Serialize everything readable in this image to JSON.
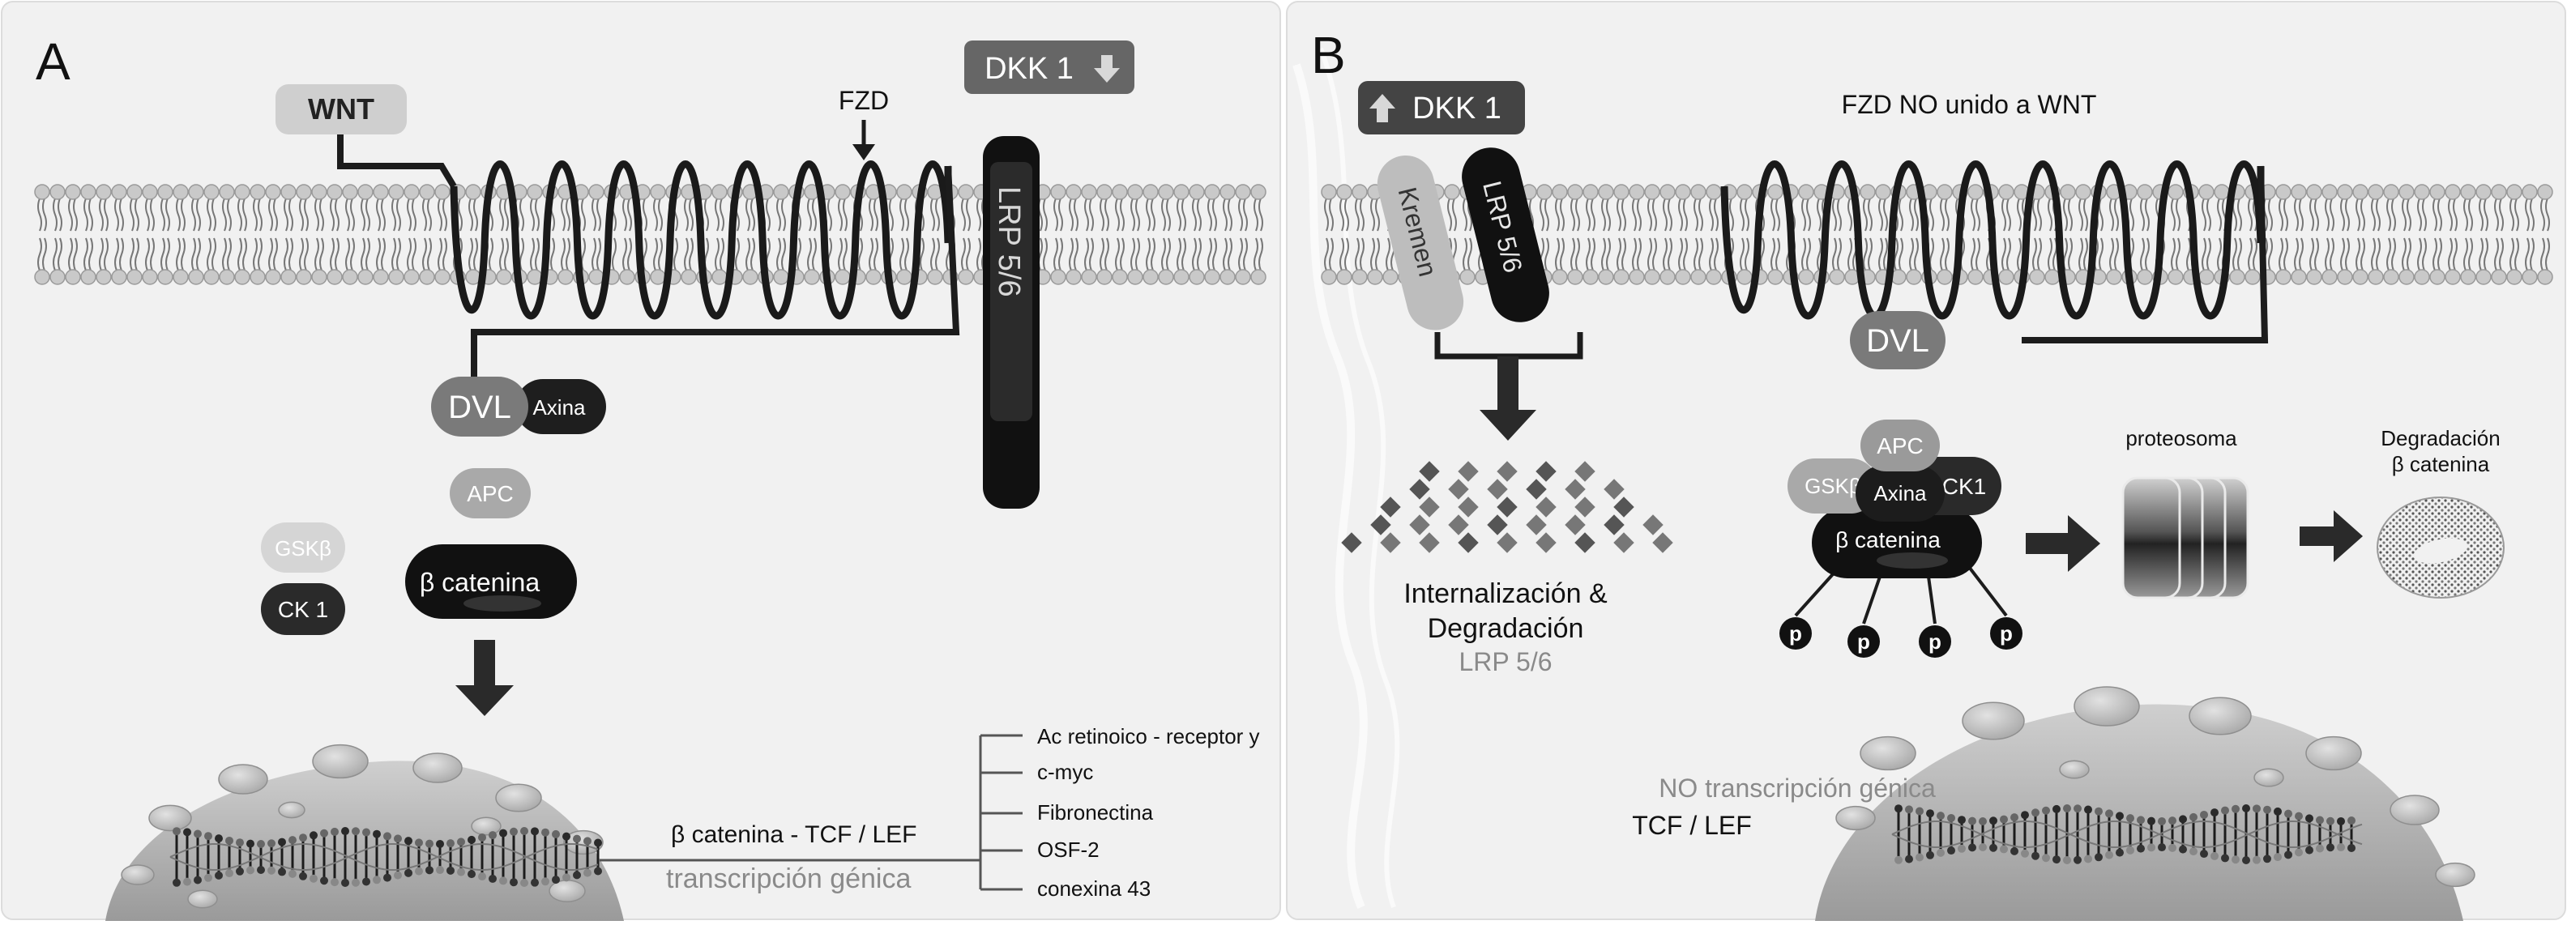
{
  "panel_a": {
    "letter": "A",
    "wnt": "WNT",
    "fzd": "FZD",
    "dkk": "DKK 1",
    "lrp": "LRP 5/6",
    "dvl": "DVL",
    "axina": "Axina",
    "apc": "APC",
    "gsk": "GSKβ",
    "ck1": "CK 1",
    "bcat": "β catenina",
    "tcf": "β catenina - TCF / LEF",
    "transcripcion": "transcripción génica",
    "genes": [
      "Ac retinoico  - receptor y",
      "c-myc",
      "Fibronectina",
      "OSF-2",
      "conexina 43"
    ]
  },
  "panel_b": {
    "letter": "B",
    "dkk": "DKK 1",
    "fzd_text": "FZD NO unido a WNT",
    "kremen": "Kremen",
    "lrp": "LRP 5/6",
    "internalizacion_1": "Internalización &",
    "internalizacion_2": "Degradación",
    "internalizacion_3": "LRP 5/6",
    "dvl": "DVL",
    "apc": "APC",
    "gsk": "GSKβ",
    "axina": "Axina",
    "ck1": "CK1",
    "bcat": "β catenina",
    "p": "p",
    "proteosoma": "proteosoma",
    "degradacion_1": "Degradación",
    "degradacion_2": "β catenina",
    "no_trans": "NO transcripción génica",
    "tcf": "TCF / LEF"
  },
  "colors": {
    "panel_bg": "#f1f1f1",
    "dark": "#1c1c1c",
    "mid": "#5a5a5a",
    "light": "#b8b8b8"
  }
}
